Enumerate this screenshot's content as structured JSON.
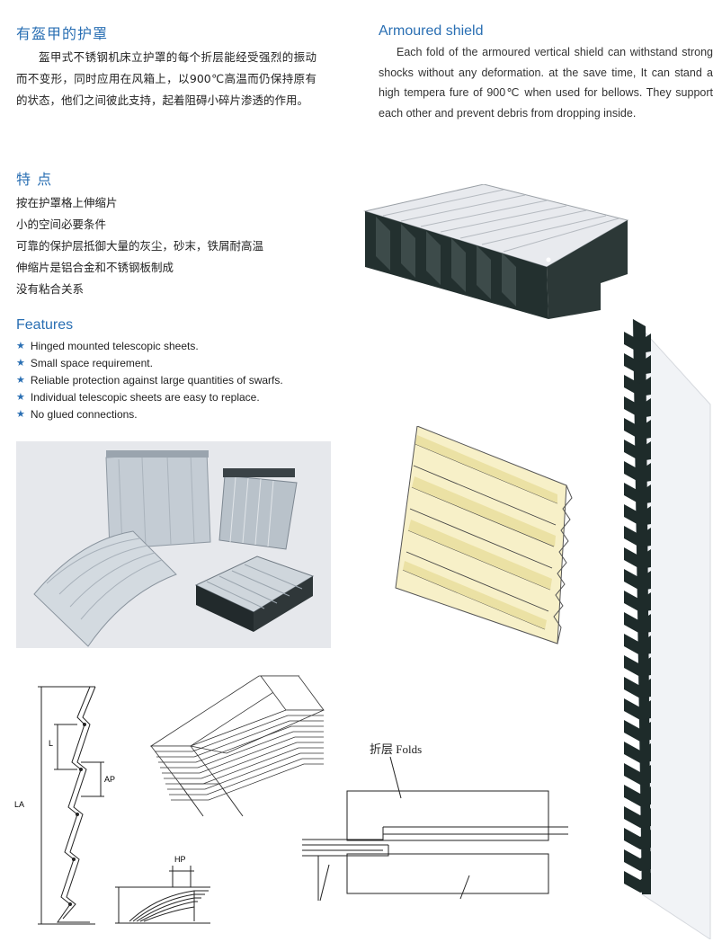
{
  "left": {
    "title_cn": "有盔甲的护罩",
    "intro_cn": "盔甲式不锈钢机床立护罩的每个折层能经受强烈的振动而不变形，同时应用在风箱上，以900℃高温而仍保持原有的状态，他们之间彼此支持，起着阻碍小碎片渗透的作用。",
    "features_title_cn": "特 点",
    "features_cn": [
      "按在护罩格上伸缩片",
      "小的空间必要条件",
      "可靠的保护层抵御大量的灰尘，砂末，铁屑耐高温",
      "伸缩片是铝合金和不锈钢板制成",
      "没有粘合关系"
    ],
    "features_title_en": "Features",
    "features_en": [
      "Hinged mounted telescopic sheets.",
      "Small space requirement.",
      "Reliable protection against large quantities of swarfs.",
      "Individual telescopic sheets are easy to replace.",
      "No glued connections."
    ]
  },
  "right": {
    "title_en": "Armoured shield",
    "intro_en": "Each fold of the armoured vertical shield can withstand strong shocks without any deformation. at the save time, It can stand a high tempera fure of 900℃ when used for bellows. They support each other and prevent debris from dropping inside."
  },
  "diagrams": {
    "dim_l": "L",
    "dim_ap": "AP",
    "dim_la": "LA",
    "dim_hp": "HP",
    "folds_label": "折层 Folds"
  },
  "colors": {
    "accent": "#2a6fb3",
    "photo_bg": "#e6e8ec",
    "steel": "#c9d1d8",
    "dark_fold": "#1f2a2a",
    "cream": "#f6efc4"
  },
  "icons": {
    "bullet": "star-icon"
  }
}
